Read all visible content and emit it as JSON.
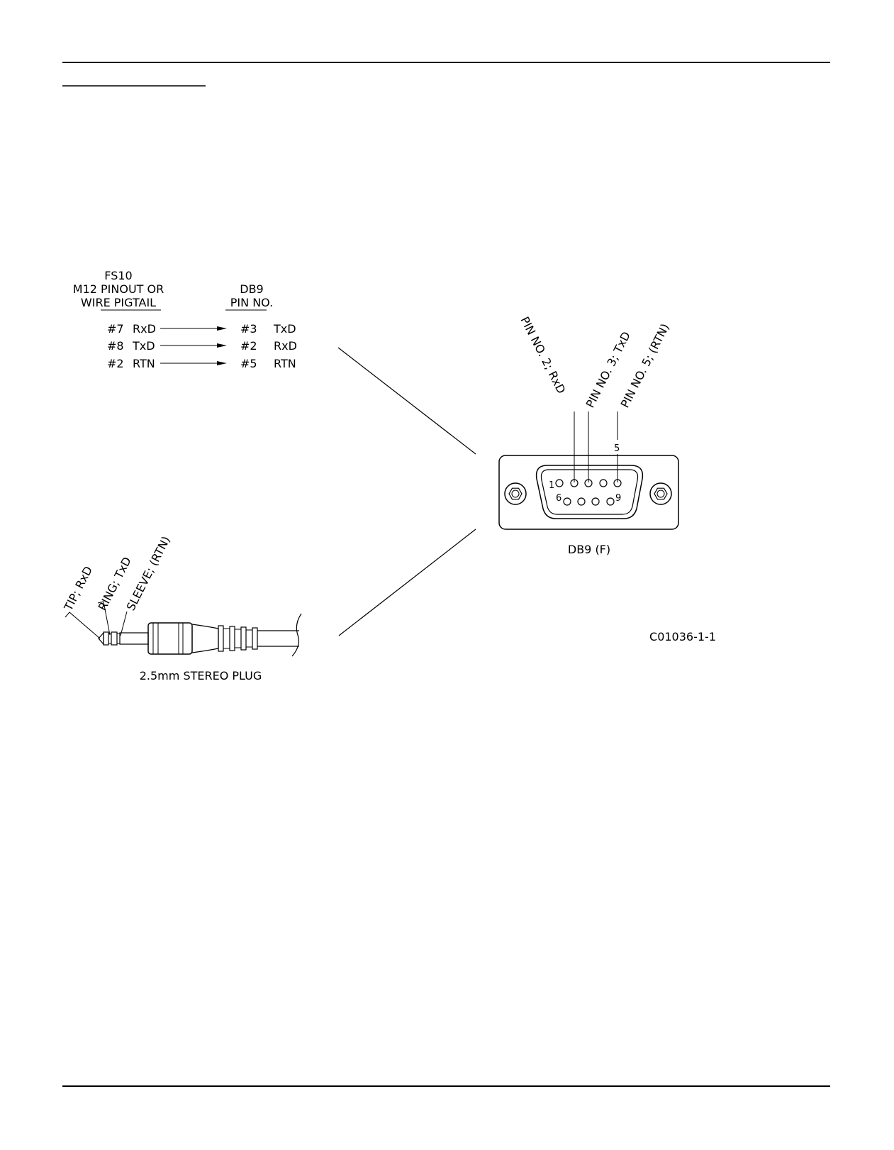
{
  "pinout_table": {
    "left_header": [
      "FS10",
      "M12 PINOUT OR",
      "WIRE PIGTAIL"
    ],
    "right_header": [
      "DB9",
      "PIN NO."
    ],
    "rows": [
      {
        "from_pin": "#7",
        "from_signal": "RxD",
        "to_pin": "#3",
        "to_signal": "TxD"
      },
      {
        "from_pin": "#8",
        "from_signal": "TxD",
        "to_pin": "#2",
        "to_signal": "RxD"
      },
      {
        "from_pin": "#2",
        "from_signal": "RTN",
        "to_pin": "#5",
        "to_signal": "RTN"
      }
    ]
  },
  "db9": {
    "callouts": [
      "PIN NO. 2; RxD",
      "PIN NO. 3; TxD",
      "PIN NO. 5; (RTN)"
    ],
    "pin_numbers": {
      "p1": "1",
      "p5": "5",
      "p6": "6",
      "p9": "9"
    },
    "caption": "DB9 (F)"
  },
  "plug": {
    "callouts": [
      "TIP;   RxD",
      "RING; TxD",
      "SLEEVE; (RTN)"
    ],
    "caption": "2.5mm STEREO PLUG"
  },
  "drawing_id": "C01036-1-1"
}
